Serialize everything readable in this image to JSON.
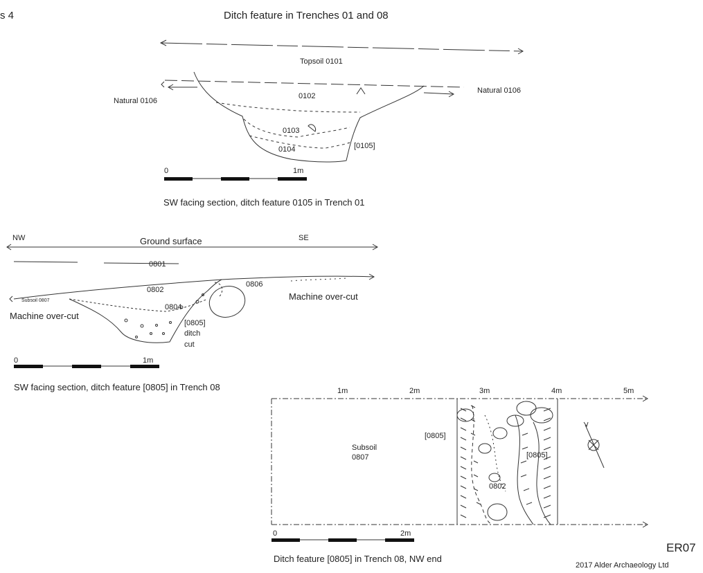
{
  "header": {
    "fig_label": "s 4",
    "title": "Ditch feature in Trenches 01 and 08"
  },
  "section_01": {
    "topsoil": "Topsoil 0101",
    "fill_0102": "0102",
    "fill_0103": "0103",
    "fill_0104": "0104",
    "cut": "[0105]",
    "natural_left": "Natural 0106",
    "natural_right": "Natural 0106",
    "scale_start": "0",
    "scale_end": "1m",
    "caption": "SW facing section, ditch feature 0105 in Trench 01"
  },
  "section_08": {
    "nw": "NW",
    "se": "SE",
    "ground_surface": "Ground surface",
    "layer_0801": "0801",
    "fill_0802": "0802",
    "fill_0804": "0804",
    "fill_0806": "0806",
    "cut": "[0805]",
    "cut_ditch": "ditch",
    "cut_cut": "cut",
    "subsoil_small": "Subsoil 0807",
    "overcut_left": "Machine over-cut",
    "overcut_right": "Machine over-cut",
    "scale_start": "0",
    "scale_end": "1m",
    "caption": "SW facing section, ditch feature [0805] in Trench 08"
  },
  "plan_08": {
    "marks": [
      "1m",
      "2m",
      "3m",
      "4m",
      "5m"
    ],
    "subsoil_line1": "Subsoil",
    "subsoil_line2": "0807",
    "cut_left": "[0805]",
    "cut_right": "[0805]",
    "fill_0802": "0802",
    "scale_start": "0",
    "scale_end": "2m",
    "caption": "Ditch feature [0805] in Trench 08, NW end"
  },
  "footer": {
    "code": "ER07",
    "credit": "2017 Alder Archaeology Ltd"
  }
}
